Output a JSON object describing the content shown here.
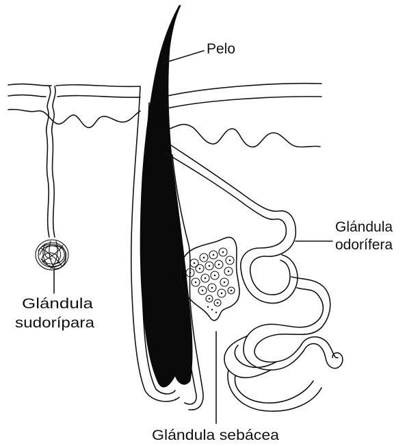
{
  "diagram": {
    "labels": {
      "hair": "Pelo",
      "scent_gland_1": "Glándula",
      "scent_gland_2": "odorífera",
      "sweat_gland_1": "Glándula",
      "sweat_gland_2": "sudorípara",
      "sebaceous_gland": "Glándula sebácea"
    }
  }
}
